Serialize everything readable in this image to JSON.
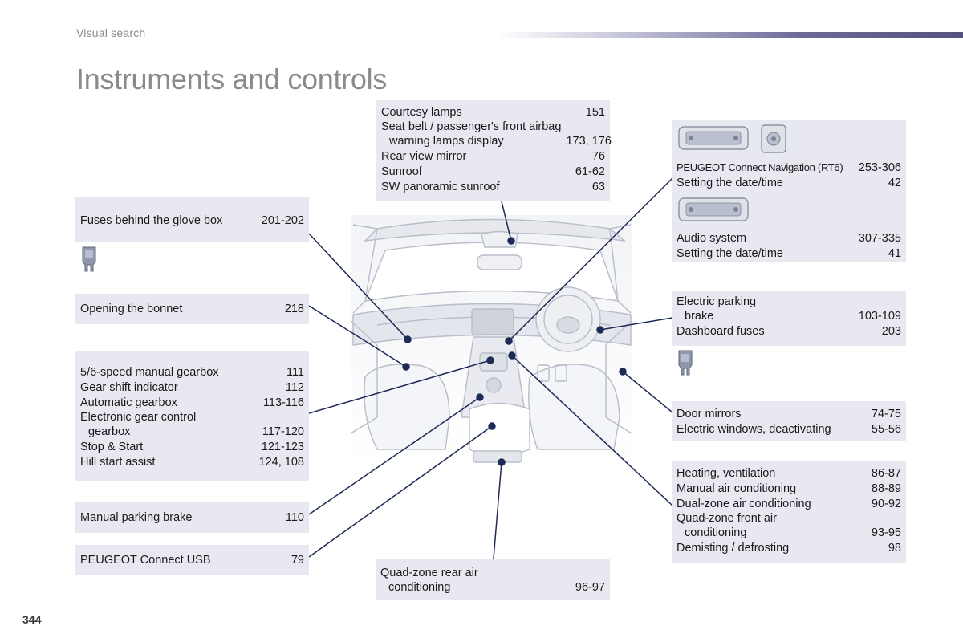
{
  "header": {
    "section": "Visual search"
  },
  "page_title": "Instruments and controls",
  "page_number": "344",
  "boxes": {
    "top_center": [
      {
        "name": "Courtesy lamps",
        "page": "151"
      },
      {
        "name": "Seat belt / passenger's front airbag",
        "sub": "warning lamps display",
        "page": "173, 176"
      },
      {
        "name": "Rear view mirror",
        "page": "76"
      },
      {
        "name": "Sunroof",
        "page": "61-62"
      },
      {
        "name": "SW panoramic sunroof",
        "page": "63"
      }
    ],
    "fuses_glove_box": {
      "name": "Fuses behind the glove box",
      "page": "201-202"
    },
    "opening_bonnet": {
      "name": "Opening the bonnet",
      "page": "218"
    },
    "gearbox": [
      {
        "name": "5/6-speed manual gearbox",
        "page": "111"
      },
      {
        "name": "Gear shift indicator",
        "page": "112"
      },
      {
        "name": "Automatic gearbox",
        "page": "113-116"
      },
      {
        "name": "Electronic gear control",
        "sub": "gearbox",
        "page": "117-120"
      },
      {
        "name": "Stop & Start",
        "page": "121-123"
      },
      {
        "name": "Hill start assist",
        "page": "124, 108"
      }
    ],
    "manual_parking_brake": {
      "name": "Manual parking brake",
      "page": "110"
    },
    "connect_usb": {
      "name": "PEUGEOT Connect USB",
      "page": "79"
    },
    "rear_air": {
      "name": "Quad-zone rear air",
      "sub": "conditioning",
      "page": "96-97"
    },
    "navigation": [
      {
        "name": "PEUGEOT Connect Navigation (RT6)",
        "page": "253-306"
      },
      {
        "name": "Setting the date/time",
        "page": "42"
      }
    ],
    "audio": [
      {
        "name": "Audio system",
        "page": "307-335"
      },
      {
        "name": "Setting the date/time",
        "page": "41"
      }
    ],
    "electric_parking": [
      {
        "name": "Electric parking",
        "sub": "brake",
        "page": "103-109"
      },
      {
        "name": "Dashboard fuses",
        "page": "203"
      }
    ],
    "door_mirrors": [
      {
        "name": "Door mirrors",
        "page": "74-75"
      },
      {
        "name": "Electric windows, deactivating",
        "page": "55-56"
      }
    ],
    "heating": [
      {
        "name": "Heating, ventilation",
        "page": "86-87"
      },
      {
        "name": "Manual air conditioning",
        "page": "88-89"
      },
      {
        "name": "Dual-zone air conditioning",
        "page": "90-92"
      },
      {
        "name": "Quad-zone front air",
        "sub": "conditioning",
        "page": "93-95"
      },
      {
        "name": "Demisting / defrosting",
        "page": "98"
      }
    ]
  },
  "colors": {
    "box_bg": "#e8e8f1",
    "title_gray": "#8a8a8a",
    "accent_bar": "#55527f",
    "leader_line": "#1c2a55"
  }
}
